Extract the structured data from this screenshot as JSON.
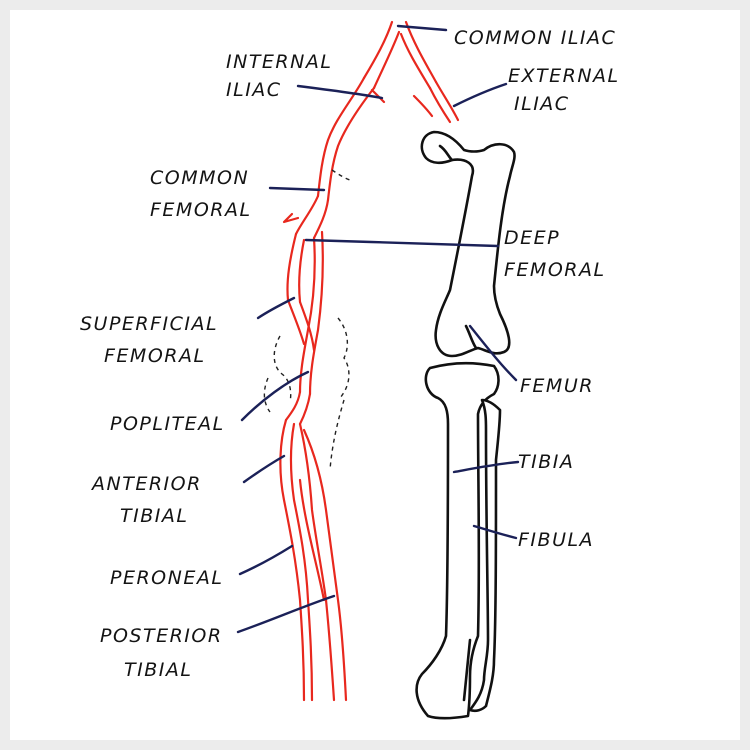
{
  "labels": {
    "common_iliac": "COMMON ILIAC",
    "internal_iliac_1": "INTERNAL",
    "internal_iliac_2": "ILIAC",
    "external_iliac_1": "EXTERNAL",
    "external_iliac_2": "ILIAC",
    "common_femoral_1": "COMMON",
    "common_femoral_2": "FEMORAL",
    "deep_femoral_1": "DEEP",
    "deep_femoral_2": "FEMORAL",
    "superficial_femoral_1": "SUPERFICIAL",
    "superficial_femoral_2": "FEMORAL",
    "femur": "FEMUR",
    "popliteal": "POPLITEAL",
    "tibia": "TIBIA",
    "anterior_tibial_1": "ANTERIOR",
    "anterior_tibial_2": "TIBIAL",
    "fibula": "FIBULA",
    "peroneal": "PERONEAL",
    "posterior_tibial_1": "POSTERIOR",
    "posterior_tibial_2": "TIBIAL"
  },
  "colors": {
    "artery": "#e8281e",
    "leader": "#1b2158",
    "bone": "#111111",
    "background": "#ffffff"
  }
}
